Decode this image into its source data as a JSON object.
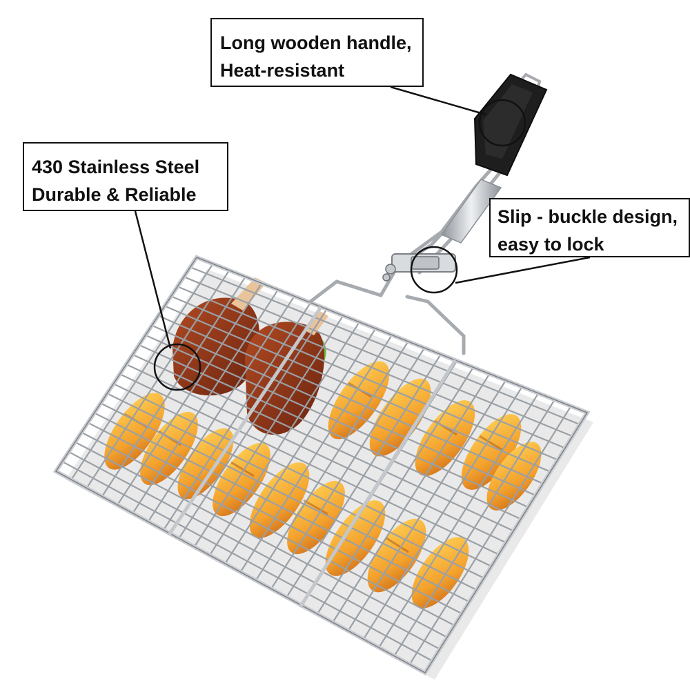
{
  "image": {
    "subject": "stainless steel grill basket with wooden handle holding grilled chicken and potato wedges",
    "colors": {
      "background": "#ffffff",
      "steel": "#b8bcc2",
      "handle": "#1c1c1c",
      "food": "#f0a030",
      "meat": "#8a3a1c",
      "lettuce": "#5aa83a"
    }
  },
  "callouts": {
    "handle": {
      "line1": "Long wooden handle,",
      "line2": "Heat-resistant"
    },
    "steel": {
      "line1": "430 Stainless Steel",
      "line2": "Durable & Reliable"
    },
    "buckle": {
      "line1": "Slip - buckle design,",
      "line2": "easy to lock"
    }
  }
}
